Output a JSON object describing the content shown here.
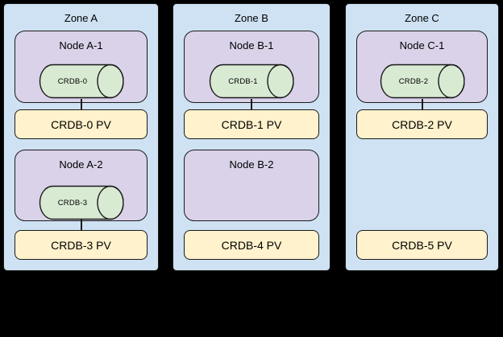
{
  "diagram": {
    "colors": {
      "background": "#000000",
      "zone_fill": "#cfe2f3",
      "node_fill": "#d9d2e9",
      "pod_fill": "#d9ead3",
      "pv_fill": "#fff2cc",
      "border": "#1a1a1a",
      "text": "#000000"
    },
    "zones": [
      {
        "title": "Zone A",
        "nodes": [
          {
            "title": "Node A-1",
            "pod": "CRDB-0"
          },
          {
            "title": "Node A-2",
            "pod": "CRDB-3"
          }
        ],
        "pvs": [
          "CRDB-0 PV",
          "CRDB-3 PV"
        ]
      },
      {
        "title": "Zone B",
        "nodes": [
          {
            "title": "Node B-1",
            "pod": "CRDB-1"
          },
          {
            "title": "Node B-2"
          }
        ],
        "pvs": [
          "CRDB-1 PV",
          "CRDB-4 PV"
        ]
      },
      {
        "title": "Zone C",
        "nodes": [
          {
            "title": "Node C-1",
            "pod": "CRDB-2"
          }
        ],
        "pvs": [
          "CRDB-2 PV",
          "CRDB-5 PV"
        ]
      }
    ]
  }
}
